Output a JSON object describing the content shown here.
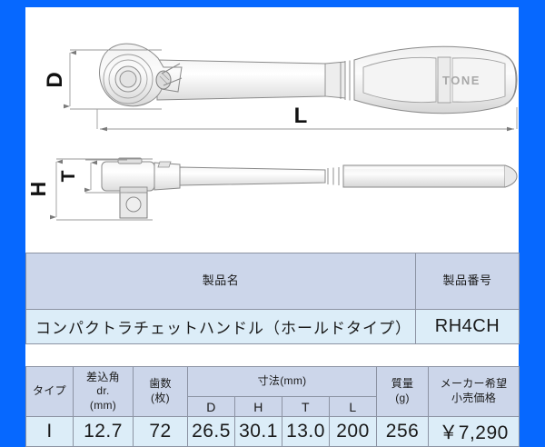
{
  "frame": {
    "border_color": "#0668ff",
    "sheet_bg": "#ffffff"
  },
  "drawing": {
    "name": "compact-ratchet-handle-technical-drawing",
    "brand_logo": "TONE",
    "views": [
      {
        "name": "top-view",
        "label": "top"
      },
      {
        "name": "side-view",
        "label": "side"
      }
    ],
    "dimension_labels": {
      "d": "D",
      "l": "L",
      "h": "H",
      "t": "T"
    },
    "line_color": "#808080",
    "fill_color": "#e8e8e8"
  },
  "name_table": {
    "headers": {
      "product_name": "製品名",
      "product_number": "製品番号"
    },
    "values": {
      "product_name": "コンパクトラチェットハンドル（ホールドタイプ）",
      "product_number": "RH4CH"
    }
  },
  "spec_table": {
    "headers": {
      "type": "タイプ",
      "drive_l1": "差込角",
      "drive_l2": "dr.",
      "drive_l3": "(mm)",
      "teeth_l1": "歯数",
      "teeth_l2": "(枚)",
      "dimensions": "寸法(mm)",
      "dim_d": "D",
      "dim_h": "H",
      "dim_t": "T",
      "dim_l": "L",
      "mass_l1": "質量",
      "mass_l2": "(g)",
      "price_l1": "メーカー希望",
      "price_l2": "小売価格"
    },
    "row": {
      "type": "I",
      "drive": "12.7",
      "teeth": "72",
      "dim_d": "26.5",
      "dim_h": "30.1",
      "dim_t": "13.0",
      "dim_l": "200",
      "mass": "256",
      "price": "￥7,290"
    }
  },
  "colors": {
    "header_bg": "#ccd6ea",
    "data_bg": "#dcedf8",
    "grid": "#8c93a3",
    "text": "#1a1a1a"
  }
}
